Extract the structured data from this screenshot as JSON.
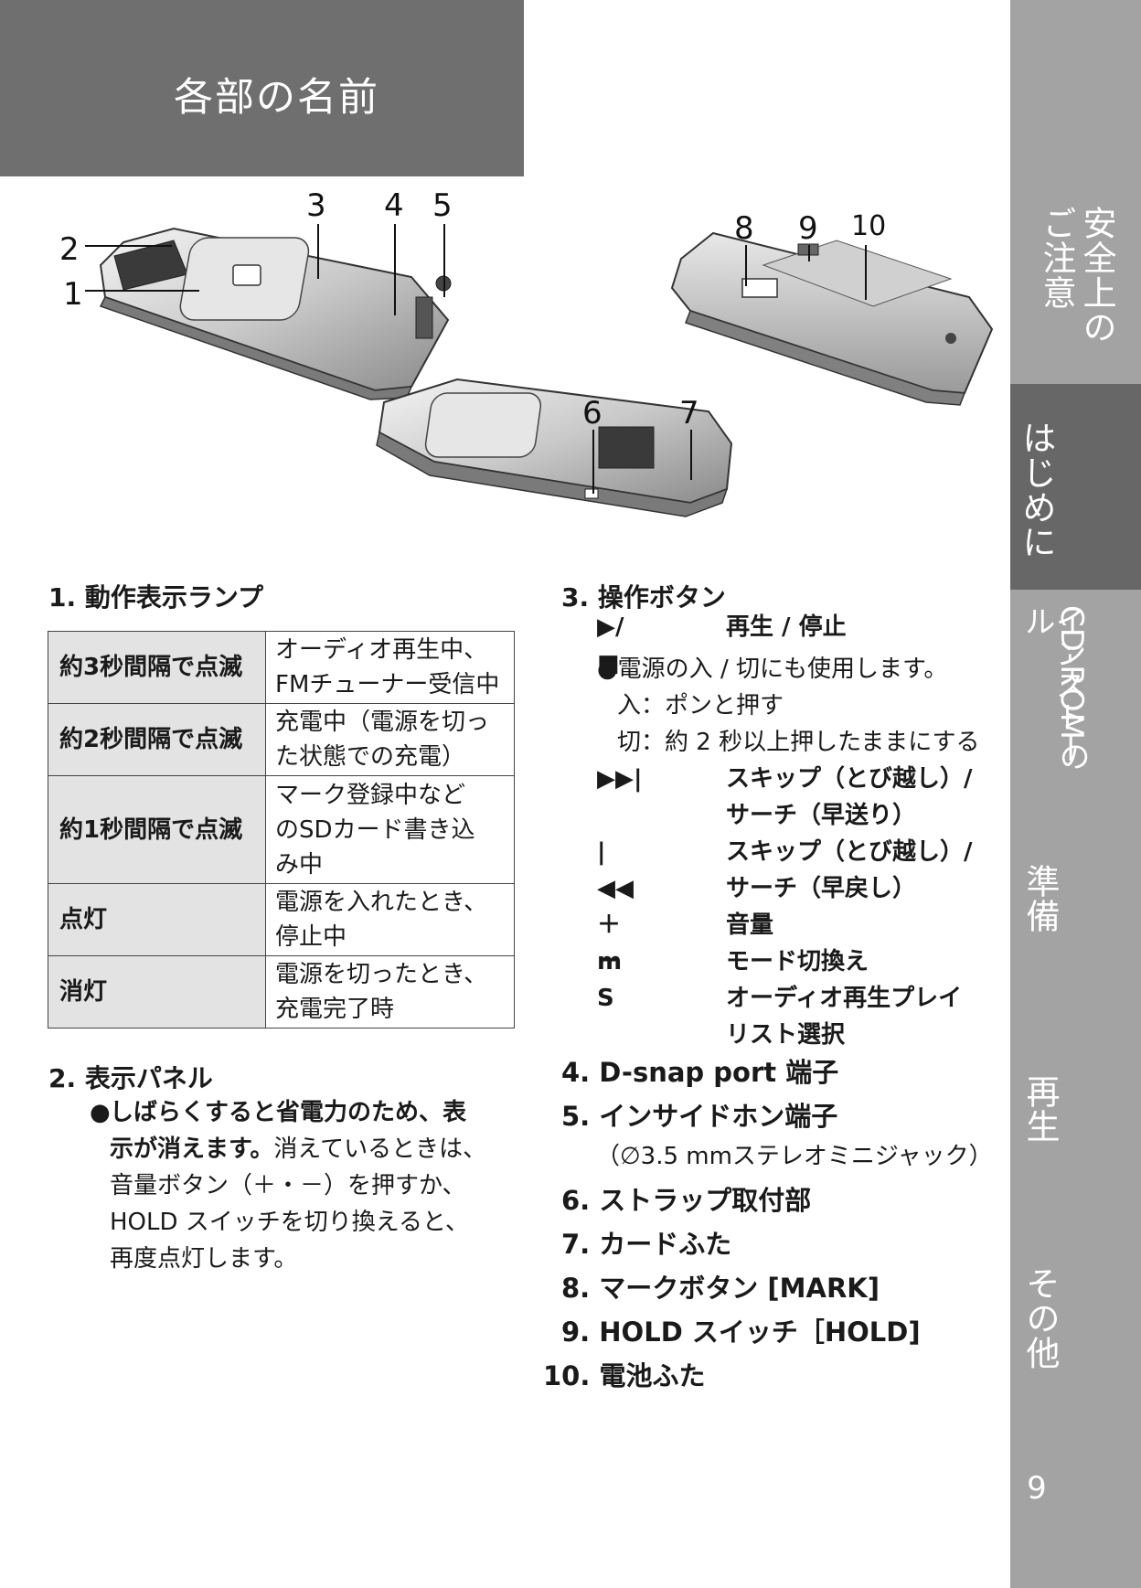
{
  "header": {
    "title": "各部の名前"
  },
  "sidebar": {
    "tabs": [
      {
        "label": "安全上の\nご注意",
        "lines": [
          "安全上の",
          "ご注意"
        ]
      },
      {
        "label": "はじめに",
        "lines": [
          "はじめに"
        ],
        "active": true
      },
      {
        "label": "CD-ROMの\nインストール",
        "lines": [
          "CD-ROMの",
          "インストール"
        ]
      },
      {
        "label": "準備",
        "lines": [
          "準備"
        ]
      },
      {
        "label": "再生",
        "lines": [
          "再生"
        ]
      },
      {
        "label": "その他",
        "lines": [
          "その他"
        ]
      }
    ],
    "page_number": "9"
  },
  "figure": {
    "callouts": [
      "1",
      "2",
      "3",
      "4",
      "5",
      "6",
      "7",
      "8",
      "9",
      "10"
    ]
  },
  "section1": {
    "title": "1. 動作表示ランプ",
    "rows": [
      {
        "state": "約3秒間隔で点滅",
        "desc": [
          "オーディオ再生中、",
          "FMチューナー受信中"
        ]
      },
      {
        "state": "約2秒間隔で点滅",
        "desc": [
          "充電中（電源を切っ",
          "た状態での充電）"
        ]
      },
      {
        "state": "約1秒間隔で点滅",
        "desc": [
          "マーク登録中など",
          "のSDカード書き込",
          "み中"
        ]
      },
      {
        "state": "点灯",
        "desc": [
          "電源を入れたとき、",
          "停止中"
        ]
      },
      {
        "state": "消灯",
        "desc": [
          "電源を切ったとき、",
          "充電完了時"
        ]
      }
    ]
  },
  "section2": {
    "title": "2. 表示パネル",
    "bullet": "●",
    "bold": [
      "しばらくすると省電力のため、表",
      "示が消えます。"
    ],
    "normal": [
      "消えているときは、",
      "音量ボタン（＋・－）を押すか、",
      "HOLD スイッチを切り換えると、",
      "再度点灯します。"
    ]
  },
  "section3": {
    "title": "3. 操作ボタン",
    "play": {
      "symbol": "▶/■",
      "desc": "再生 / 停止"
    },
    "power_note": [
      "●電源の入 / 切にも使用します。",
      "入：ポンと押す",
      "切：約 2 秒以上押したままにする"
    ],
    "buttons": [
      {
        "symbol": "▶▶|",
        "desc": [
          "スキップ（とび越し）/",
          "サーチ（早送り）"
        ]
      },
      {
        "symbol": "|◀◀",
        "desc": [
          "スキップ（とび越し）/",
          "サーチ（早戻し）"
        ]
      },
      {
        "symbol": "＋　－",
        "desc": [
          "音量"
        ]
      },
      {
        "symbol": "m",
        "desc": [
          "モード切換え"
        ]
      },
      {
        "symbol": "S",
        "desc": [
          "オーディオ再生プレイ",
          "リスト選択"
        ]
      }
    ]
  },
  "items": [
    {
      "label": "4. D-snap port 端子"
    },
    {
      "label": "5. インサイドホン端子",
      "sub": "（∅3.5 mmステレオミニジャック）"
    },
    {
      "label": "6. ストラップ取付部"
    },
    {
      "label": "7. カードふた"
    },
    {
      "label": "8. マークボタン [MARK]"
    },
    {
      "label": "9. HOLD スイッチ［HOLD]"
    },
    {
      "label": "10. 電池ふた"
    }
  ]
}
